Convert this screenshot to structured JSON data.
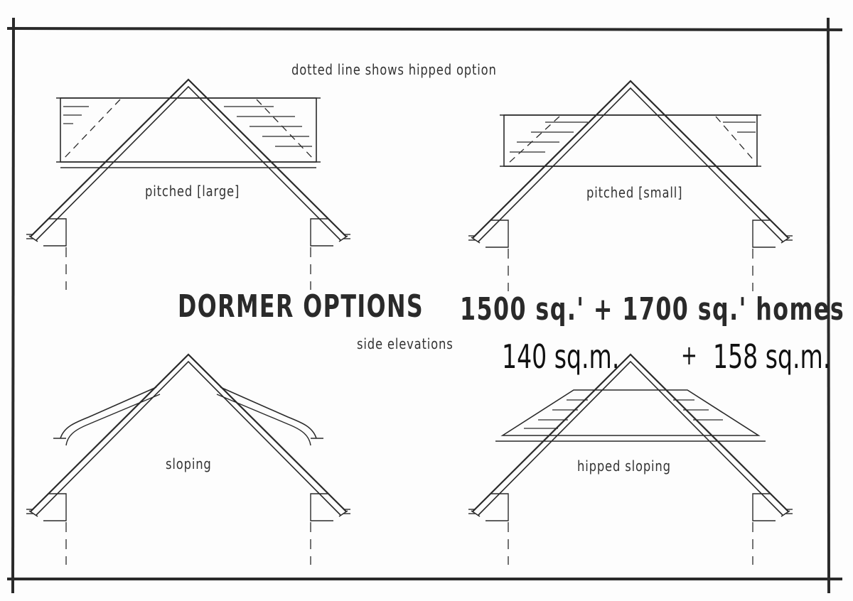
{
  "note": "dotted line shows hipped option",
  "title": "DORMER  OPTIONS",
  "sizes_imperial": "1500 sq.' + 1700 sq.'  homes",
  "subtitle": "side elevations",
  "metric_a": "140 sq.m.",
  "metric_plus": "+",
  "metric_b": "158 sq.m.",
  "dormers": [
    {
      "label": "pitched [large]"
    },
    {
      "label": "pitched [small]"
    },
    {
      "label": "sloping"
    },
    {
      "label": "hipped sloping"
    }
  ],
  "colors": {
    "ink": "#2a2a2a",
    "paper": "#fdfdfd"
  }
}
